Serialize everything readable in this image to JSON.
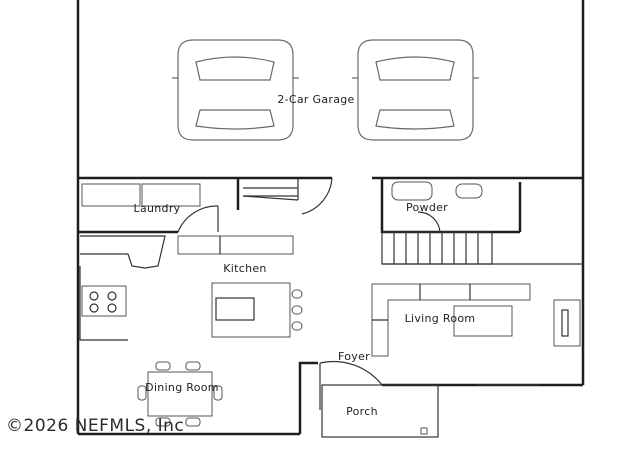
{
  "plan": {
    "rooms": {
      "garage": "2-Car Garage",
      "laundry": "Laundry",
      "powder": "Powder",
      "kitchen": "Kitchen",
      "living_room": "Living Room",
      "foyer": "Foyer",
      "dining_room": "Dining Room",
      "porch": "Porch"
    },
    "watermark": "©2026 NEFMLS, Inc"
  }
}
